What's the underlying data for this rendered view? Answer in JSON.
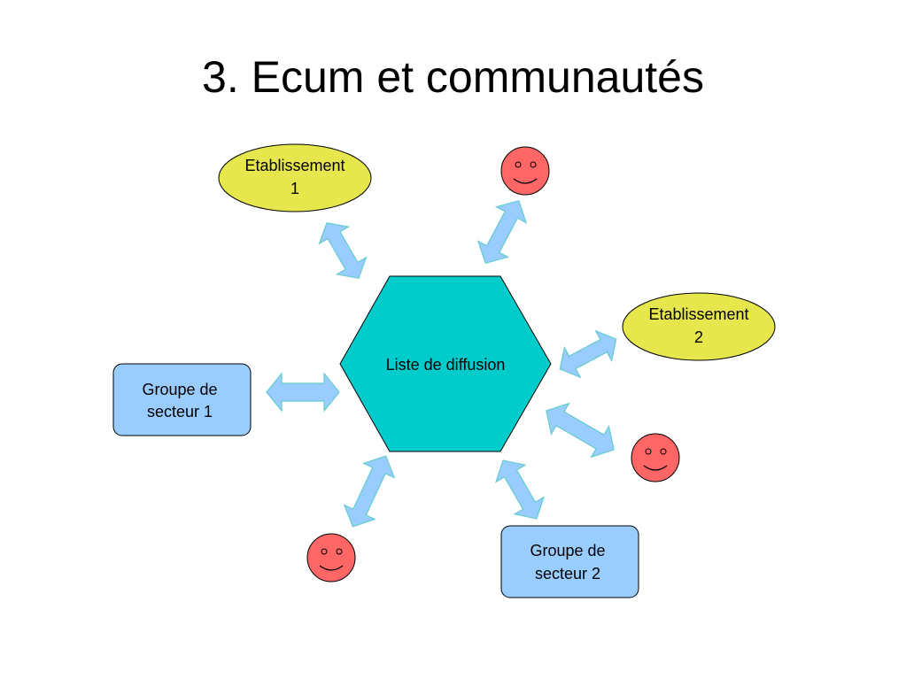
{
  "title": "3. Ecum et communautés",
  "center": {
    "label": "Liste de diffusion"
  },
  "etablissement_1": {
    "line1": "Etablissement",
    "line2": "1"
  },
  "etablissement_2": {
    "line1": "Etablissement",
    "line2": "2"
  },
  "groupe_1": {
    "line1": "Groupe de",
    "line2": "secteur 1"
  },
  "groupe_2": {
    "line1": "Groupe de",
    "line2": "secteur 2"
  },
  "colors": {
    "hexagon": "#00cccc",
    "ellipse": "#e6e64d",
    "group_box": "#99ccff",
    "arrow_fill": "#99ccff",
    "arrow_stroke": "#66cccc",
    "smiley": "#ff6666"
  },
  "icons": [
    "smiley-icon",
    "smiley-icon",
    "smiley-icon"
  ]
}
